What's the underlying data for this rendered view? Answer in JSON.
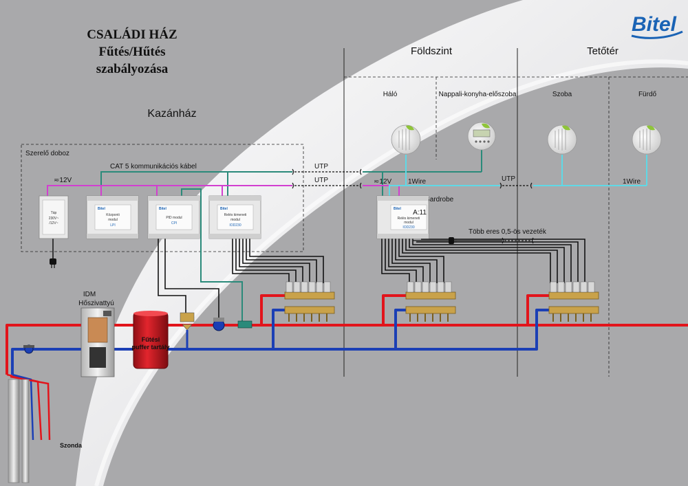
{
  "title": {
    "line1": "CSALÁDI HÁZ",
    "line2": "Fűtés/Hűtés",
    "line3": "szabályozása"
  },
  "logo": "Bitel",
  "zones": {
    "boiler_room": "Kazánház",
    "ground_floor": "Földszint",
    "attic": "Tetőtér"
  },
  "rooms": [
    "Háló",
    "Nappali-konyha-előszoba",
    "Szoba",
    "Fürdő"
  ],
  "installer_box": "Szerelő doboz",
  "cable_labels": {
    "cat5": "CAT 5 kommunikációs kábel",
    "utp1": "UTP",
    "utp2": "UTP",
    "utp3": "UTP",
    "v12_left": "≂12V",
    "v12_right": "≂12V",
    "onewire_left": "1Wire",
    "onewire_right": "1Wire",
    "gardrobe": "Gardrobe",
    "multi_wire": "Több eres 0,5-ös vezeték"
  },
  "modules": {
    "psu": {
      "line1": "Táp",
      "line2": "230V~",
      "line3": "/12V~"
    },
    "central": {
      "line1": "Központi",
      "line2": "modul",
      "line3": "LPI"
    },
    "pid": {
      "line1": "PID modul",
      "line2": "CPI"
    },
    "relay1": {
      "line1": "Relés kimeneti",
      "line2": "modul",
      "line3": "IOD230"
    },
    "relay2": {
      "line1": "Relés kimeneti",
      "line2": "modul",
      "line3": "IOD230",
      "badge": "A:11"
    },
    "brand": "Bitel"
  },
  "heat_pump": {
    "line1": "IDM",
    "line2": "Hőszivattyú"
  },
  "buffer_tank": {
    "line1": "Fűtési",
    "line2": "puffer tartály"
  },
  "probe": "Szonda",
  "colors": {
    "background": "#a9a9ab",
    "hot_pipe": "#e2141b",
    "cold_pipe": "#1b3fb5",
    "power_line": "#d23fd0",
    "cat5_line": "#2a8a7a",
    "onewire_line": "#5fd9e6",
    "signal_line": "#111111",
    "tank": "#d5202a",
    "manifold": "#c9a24a"
  },
  "icons": [
    "room-sensor-icon",
    "thermostat-display-icon",
    "plug-icon",
    "pump-icon",
    "valve-icon",
    "manifold-icon",
    "heat-pump-icon",
    "buffer-tank-icon",
    "probe-icon",
    "logo-icon"
  ]
}
